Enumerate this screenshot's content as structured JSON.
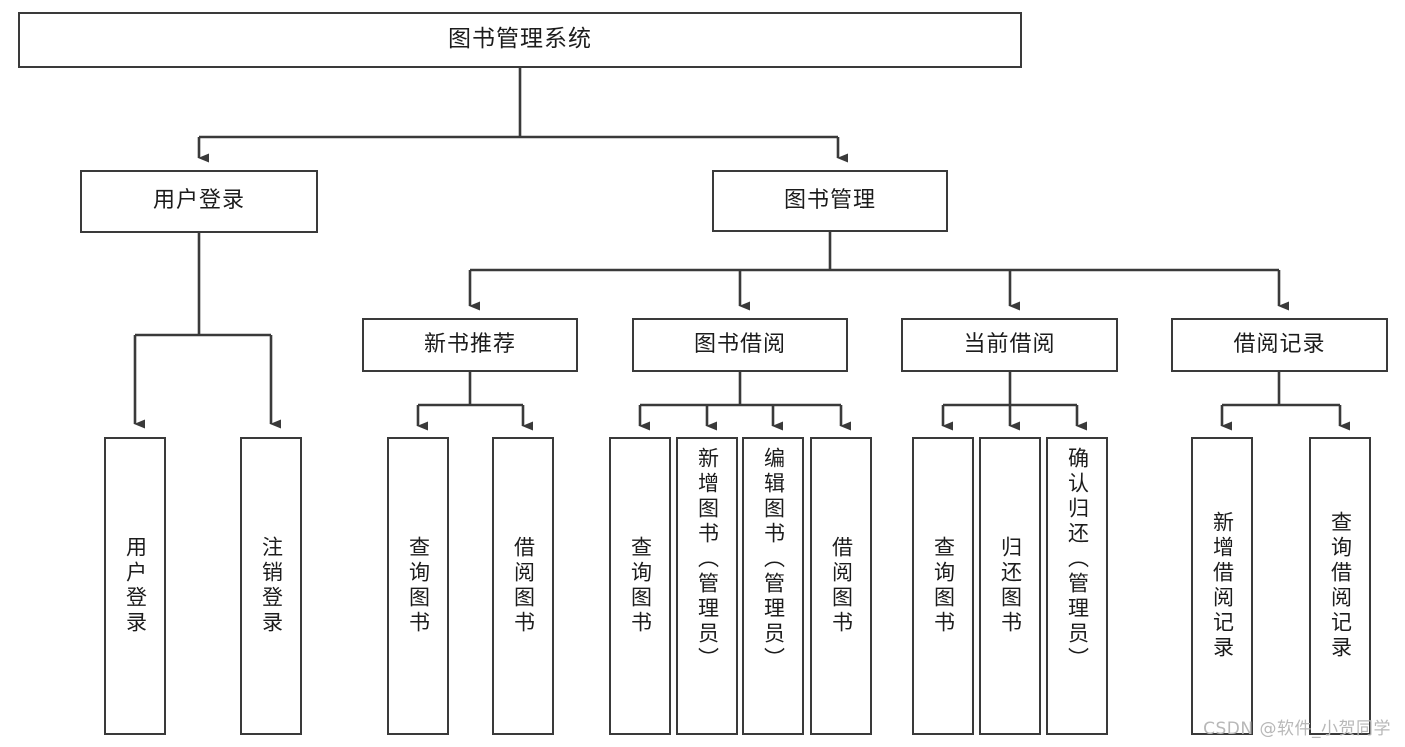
{
  "diagram": {
    "type": "tree-hierarchy",
    "title": "图书管理系统",
    "watermark": "CSDN @软件_小贺同学",
    "colors": {
      "stroke": "#3a3a3a",
      "fill": "#ffffff",
      "text": "#1c1c1c",
      "watermark": "#b8b8b8"
    },
    "nodes": {
      "root": {
        "label": "图书管理系统",
        "level": 0
      },
      "user_login": {
        "label": "用户登录",
        "level": 1
      },
      "book_manage": {
        "label": "图书管理",
        "level": 1
      },
      "new_book_rec": {
        "label": "新书推荐",
        "level": 2
      },
      "book_borrow": {
        "label": "图书借阅",
        "level": 2
      },
      "current_borrow": {
        "label": "当前借阅",
        "level": 2
      },
      "borrow_record": {
        "label": "借阅记录",
        "level": 2
      },
      "leaf_user_login": {
        "label": "用户登录",
        "level": 2
      },
      "leaf_logout": {
        "label": "注销登录",
        "level": 2
      },
      "leaf_query_book_1": {
        "label": "查询图书",
        "level": 3
      },
      "leaf_borrow_book_1": {
        "label": "借阅图书",
        "level": 3
      },
      "leaf_query_book_2": {
        "label": "查询图书",
        "level": 3
      },
      "leaf_add_book": {
        "label": "新增图书（管理员）",
        "level": 3
      },
      "leaf_edit_book": {
        "label": "编辑图书（管理员）",
        "level": 3
      },
      "leaf_borrow_book_2": {
        "label": "借阅图书",
        "level": 3
      },
      "leaf_query_book_3": {
        "label": "查询图书",
        "level": 3
      },
      "leaf_return_book": {
        "label": "归还图书",
        "level": 3
      },
      "leaf_confirm_return": {
        "label": "确认归还（管理员）",
        "level": 3
      },
      "leaf_add_record": {
        "label": "新增借阅记录",
        "level": 3
      },
      "leaf_query_record": {
        "label": "查询借阅记录",
        "level": 3
      }
    },
    "edges": [
      {
        "from": "root",
        "to": "user_login"
      },
      {
        "from": "root",
        "to": "book_manage"
      },
      {
        "from": "user_login",
        "to": "leaf_user_login"
      },
      {
        "from": "user_login",
        "to": "leaf_logout"
      },
      {
        "from": "book_manage",
        "to": "new_book_rec"
      },
      {
        "from": "book_manage",
        "to": "book_borrow"
      },
      {
        "from": "book_manage",
        "to": "current_borrow"
      },
      {
        "from": "book_manage",
        "to": "borrow_record"
      },
      {
        "from": "new_book_rec",
        "to": "leaf_query_book_1"
      },
      {
        "from": "new_book_rec",
        "to": "leaf_borrow_book_1"
      },
      {
        "from": "book_borrow",
        "to": "leaf_query_book_2"
      },
      {
        "from": "book_borrow",
        "to": "leaf_add_book"
      },
      {
        "from": "book_borrow",
        "to": "leaf_edit_book"
      },
      {
        "from": "book_borrow",
        "to": "leaf_borrow_book_2"
      },
      {
        "from": "current_borrow",
        "to": "leaf_query_book_3"
      },
      {
        "from": "current_borrow",
        "to": "leaf_return_book"
      },
      {
        "from": "current_borrow",
        "to": "leaf_confirm_return"
      },
      {
        "from": "borrow_record",
        "to": "leaf_add_record"
      },
      {
        "from": "borrow_record",
        "to": "leaf_query_record"
      }
    ]
  }
}
